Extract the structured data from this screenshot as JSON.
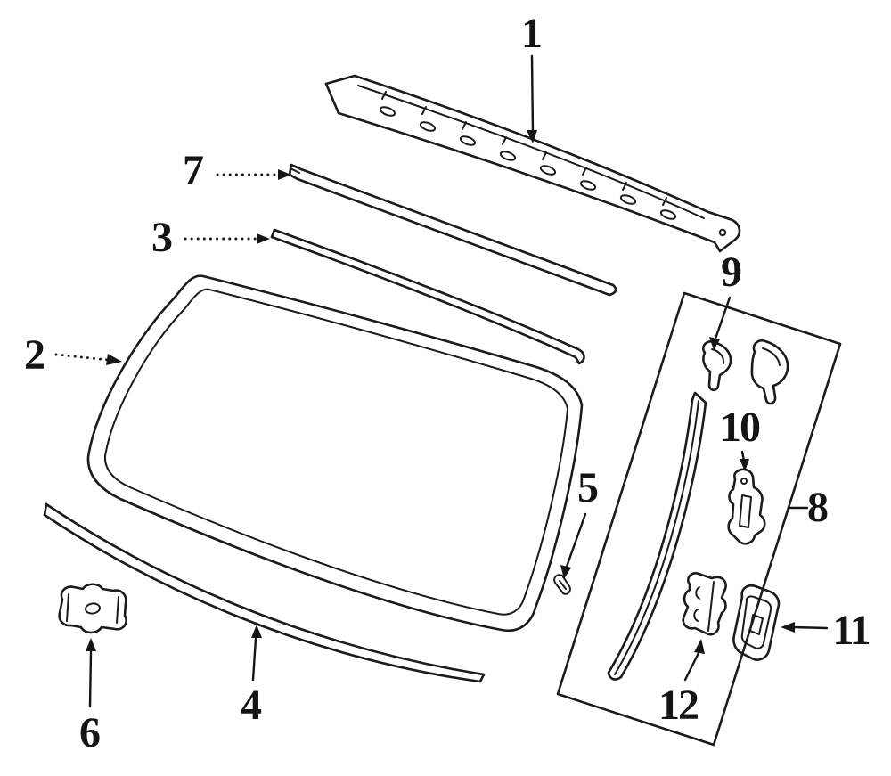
{
  "figure": {
    "type": "exploded-parts-diagram",
    "background": "#ffffff",
    "line_color": "#1b1b1b"
  },
  "callouts": [
    {
      "label": "1"
    },
    {
      "label": "2"
    },
    {
      "label": "3"
    },
    {
      "label": "4"
    },
    {
      "label": "5"
    },
    {
      "label": "6"
    },
    {
      "label": "7"
    },
    {
      "label": "8"
    },
    {
      "label": "9"
    },
    {
      "label": "10"
    },
    {
      "label": "11"
    },
    {
      "label": "12"
    }
  ]
}
